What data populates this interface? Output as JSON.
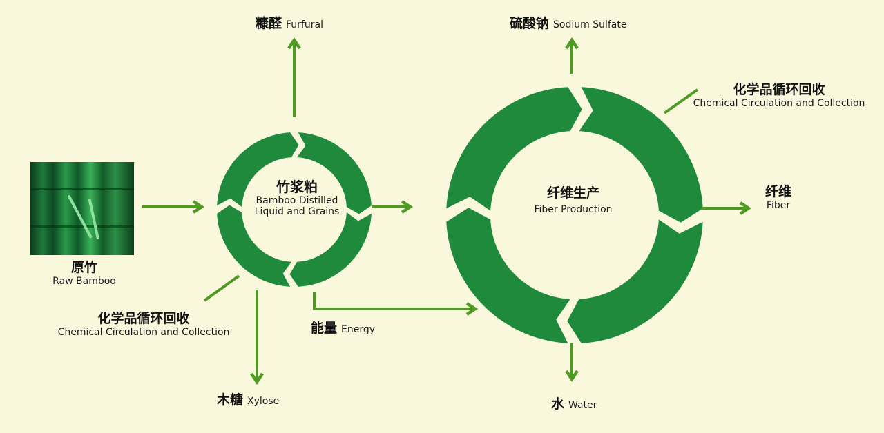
{
  "colors": {
    "background": "#f9f8dd",
    "ring": "#1f8a3c",
    "arrow": "#4e9a22"
  },
  "raw_bamboo": {
    "zh": "原竹",
    "en": "Raw Bamboo",
    "image": "bamboo-photo"
  },
  "pulp_cycle": {
    "zh": "竹浆粕",
    "en_line1": "Bamboo Distilled",
    "en_line2": "Liquid and Grains"
  },
  "fiber_cycle": {
    "zh": "纤维生产",
    "en": "Fiber Production"
  },
  "furfural": {
    "zh": "糠醛",
    "en": "Furfural"
  },
  "sodium_sulfate": {
    "zh": "硫酸钠",
    "en": "Sodium Sulfate"
  },
  "chem_left": {
    "zh": "化学品循环回收",
    "en": "Chemical Circulation and Collection"
  },
  "chem_right": {
    "zh": "化学品循环回收",
    "en": "Chemical Circulation and Collection"
  },
  "xylose": {
    "zh": "木糖",
    "en": "Xylose"
  },
  "energy": {
    "zh": "能量",
    "en": "Energy"
  },
  "water": {
    "zh": "水",
    "en": "Water"
  },
  "fiber": {
    "zh": "纤维",
    "en": "Fiber"
  }
}
